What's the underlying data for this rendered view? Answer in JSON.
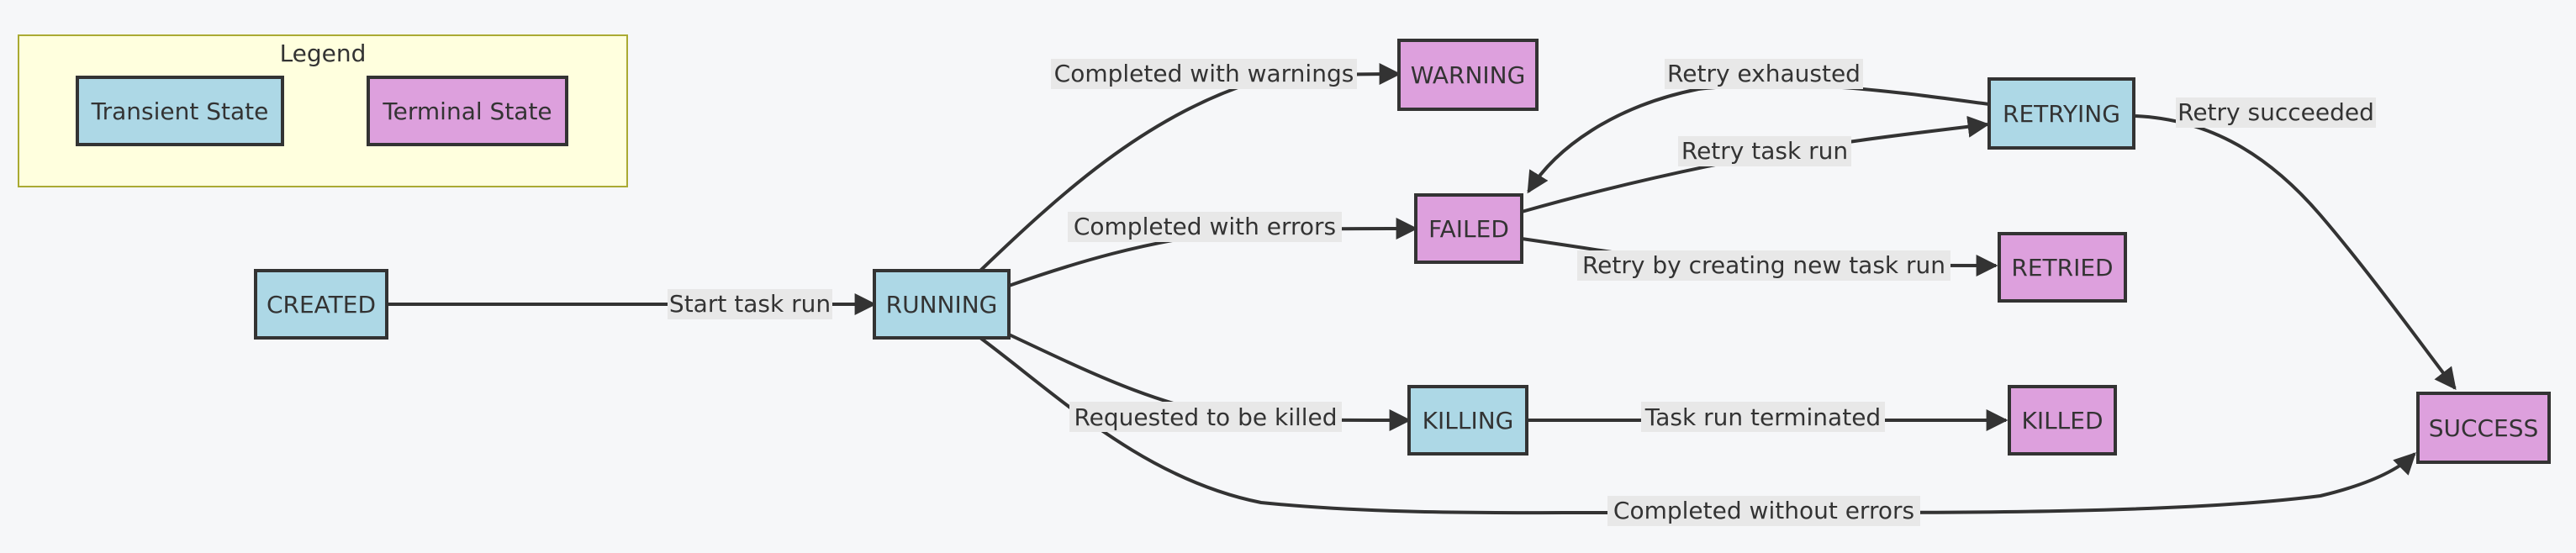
{
  "colors": {
    "transient": "#add8e6",
    "terminal": "#dda0dd",
    "legend_bg": "#ffffde",
    "page_bg": "#f6f7f9"
  },
  "legend": {
    "title": "Legend",
    "items": [
      {
        "label": "Transient State",
        "kind": "transient"
      },
      {
        "label": "Terminal State",
        "kind": "terminal"
      }
    ]
  },
  "nodes": [
    {
      "id": "created",
      "label": "CREATED",
      "kind": "transient"
    },
    {
      "id": "running",
      "label": "RUNNING",
      "kind": "transient"
    },
    {
      "id": "warning",
      "label": "WARNING",
      "kind": "terminal"
    },
    {
      "id": "failed",
      "label": "FAILED",
      "kind": "terminal"
    },
    {
      "id": "killing",
      "label": "KILLING",
      "kind": "transient"
    },
    {
      "id": "retrying",
      "label": "RETRYING",
      "kind": "transient"
    },
    {
      "id": "retried",
      "label": "RETRIED",
      "kind": "terminal"
    },
    {
      "id": "killed",
      "label": "KILLED",
      "kind": "terminal"
    },
    {
      "id": "success",
      "label": "SUCCESS",
      "kind": "terminal"
    }
  ],
  "edges": [
    {
      "id": "created-running",
      "from": "created",
      "to": "running",
      "label": "Start task run"
    },
    {
      "id": "running-warning",
      "from": "running",
      "to": "warning",
      "label": "Completed with warnings"
    },
    {
      "id": "running-failed",
      "from": "running",
      "to": "failed",
      "label": "Completed with errors"
    },
    {
      "id": "running-killing",
      "from": "running",
      "to": "killing",
      "label": "Requested to be killed"
    },
    {
      "id": "running-success",
      "from": "running",
      "to": "success",
      "label": "Completed without errors"
    },
    {
      "id": "failed-retrying",
      "from": "failed",
      "to": "retrying",
      "label": "Retry task run"
    },
    {
      "id": "retrying-failed",
      "from": "retrying",
      "to": "failed",
      "label": "Retry exhausted"
    },
    {
      "id": "failed-retried",
      "from": "failed",
      "to": "retried",
      "label": "Retry by creating new task run"
    },
    {
      "id": "retrying-success",
      "from": "retrying",
      "to": "success",
      "label": "Retry succeeded"
    },
    {
      "id": "killing-killed",
      "from": "killing",
      "to": "killed",
      "label": "Task run terminated"
    }
  ]
}
